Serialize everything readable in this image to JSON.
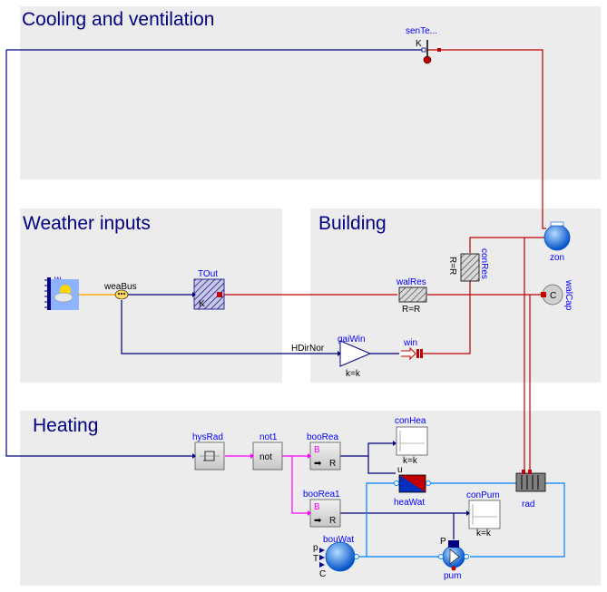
{
  "regions": {
    "cooling": "Cooling and ventilation",
    "weather": "Weather inputs",
    "building": "Building",
    "heating": "Heating"
  },
  "components": {
    "senTe": {
      "name": "senTe...",
      "port": "K"
    },
    "weaDat": {
      "name": "w..."
    },
    "weaBus": {
      "name": "weaBus"
    },
    "TOut": {
      "name": "TOut",
      "port": "K"
    },
    "walRes": {
      "name": "walRes",
      "param": "R=R"
    },
    "conRes": {
      "name": "conRes",
      "param": "R=R"
    },
    "zon": {
      "name": "zon"
    },
    "walCap": {
      "name": "walCap",
      "icon_text": "C"
    },
    "gaiWin": {
      "name": "gaiWin",
      "param": "k=k",
      "input_label": "HDirNor"
    },
    "win": {
      "name": "win"
    },
    "hysRad": {
      "name": "hysRad"
    },
    "not1": {
      "name": "not1",
      "icon_text": "not"
    },
    "booRea": {
      "name": "booRea",
      "in": "B",
      "out": "R"
    },
    "booRea1": {
      "name": "booRea1",
      "in": "B",
      "out": "R"
    },
    "conHea": {
      "name": "conHea",
      "param": "k=k"
    },
    "heaWat": {
      "name": "heaWat",
      "port": "u"
    },
    "conPum": {
      "name": "conPum",
      "param": "k=k"
    },
    "rad": {
      "name": "rad"
    },
    "bouWat": {
      "name": "bouWat",
      "port_p": "p",
      "port_t": "T",
      "port_c": "C"
    },
    "pum": {
      "name": "pum",
      "port": "P"
    }
  },
  "colors": {
    "region_fill": "#ececec",
    "region_title": "#000080",
    "component_label": "#0000ff",
    "signal_line": "#000080",
    "heat_port_line": "#bf0000",
    "boolean_line": "#ff00ff",
    "fluid_line": "#0080ff",
    "weather_bus_line": "#ffaa00"
  }
}
